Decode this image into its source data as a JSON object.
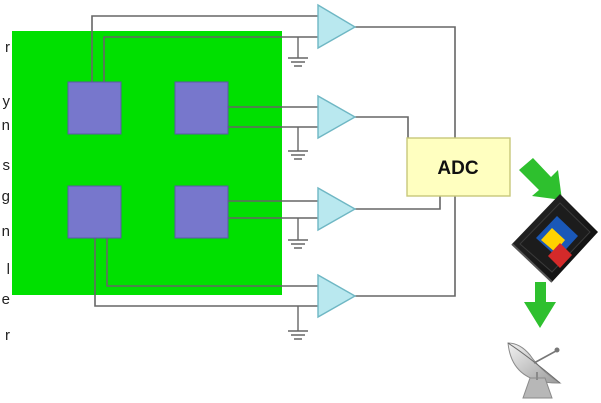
{
  "adc": {
    "label": "ADC"
  },
  "left_edge_text": [
    "r",
    "y",
    "n",
    "s",
    "g",
    "n",
    "l",
    "e",
    "r"
  ],
  "colors": {
    "sensor_board": "#00e000",
    "pixel": "#7777cc",
    "amplifier": "#b9e8ef",
    "adc_box": "#ffffc0",
    "arrow": "#2ec02e",
    "wire": "#666666"
  },
  "icons": [
    "memory-card-icon",
    "satellite-dish-icon",
    "ground-icon"
  ]
}
